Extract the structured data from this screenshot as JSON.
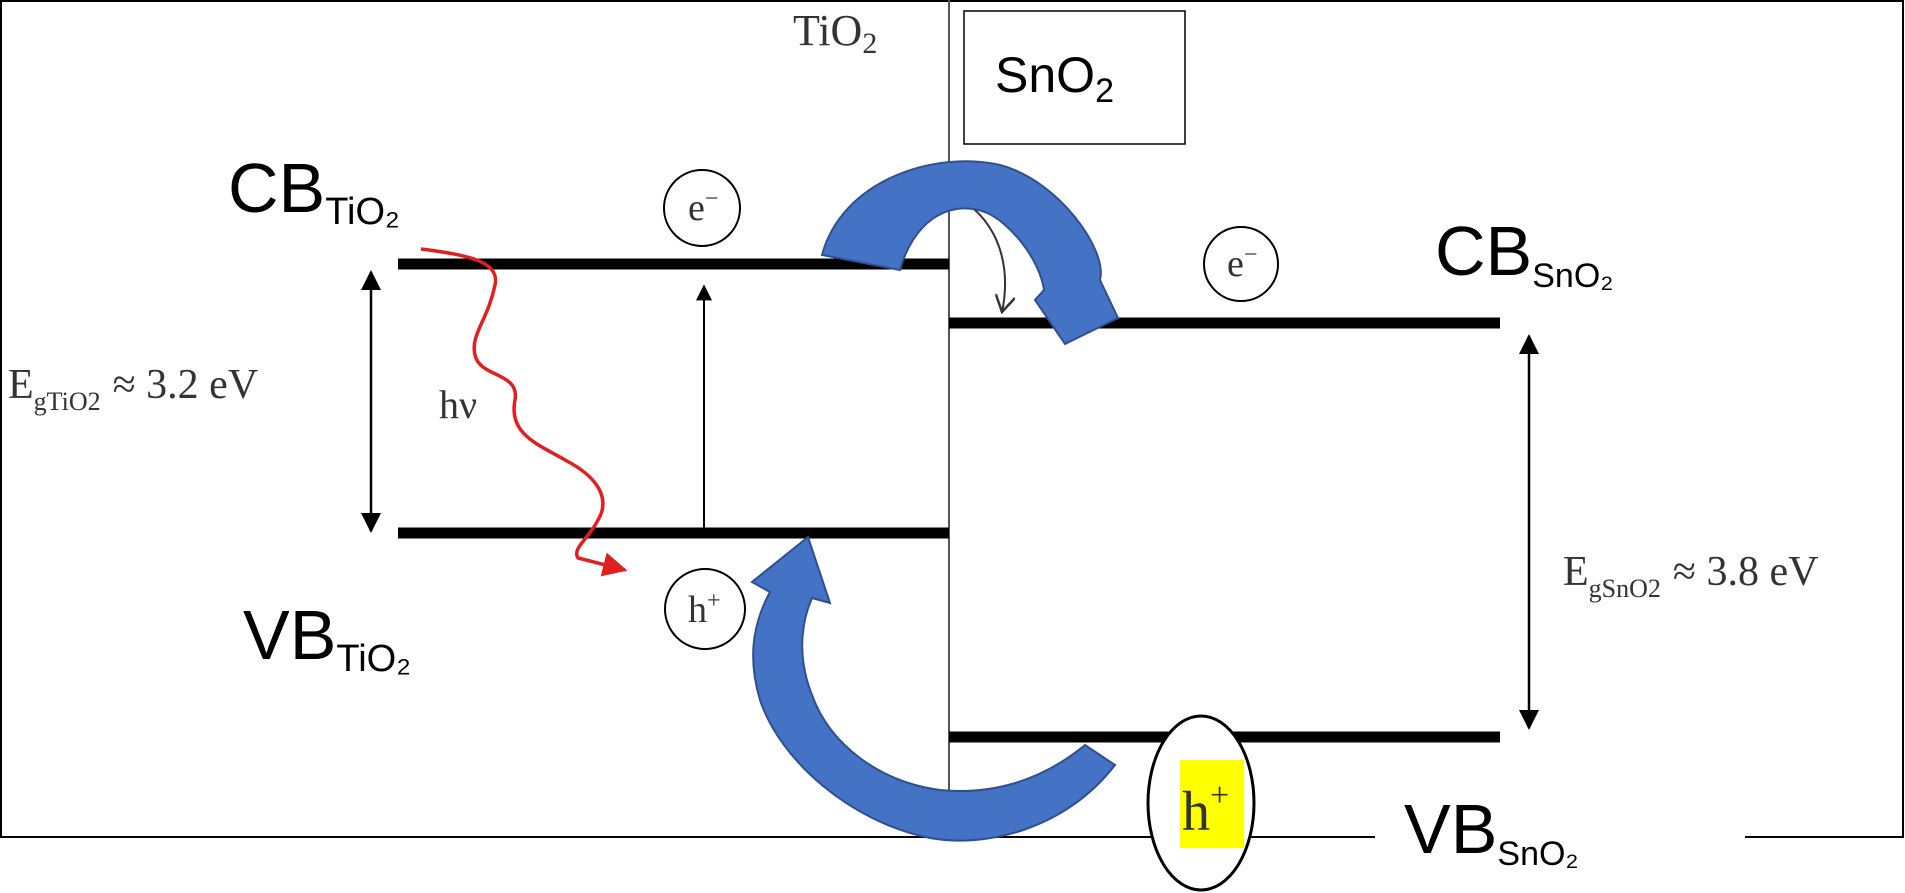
{
  "regions": {
    "left_material": "TiO",
    "left_material_sub": "2",
    "right_material": "SnO",
    "right_material_sub": "2"
  },
  "bands": {
    "cb_tio2": {
      "main": "CB",
      "sub": "TiO₂"
    },
    "vb_tio2": {
      "main": "VB",
      "sub": "TiO₂"
    },
    "cb_sno2": {
      "main": "CB",
      "sub": "SnO₂"
    },
    "vb_sno2": {
      "main": "VB",
      "sub": "SnO₂"
    }
  },
  "gaps": {
    "tio2": {
      "symbol": "E",
      "sub": "gTiO2",
      "value": "≈ 3.2 eV"
    },
    "sno2": {
      "symbol": "E",
      "sub": "gSnO2",
      "value": "≈ 3.8 eV"
    }
  },
  "carriers": {
    "electron": "e",
    "electron_sign": "−",
    "hole": "h",
    "hole_sign": "+"
  },
  "photon": "hν",
  "colors": {
    "transfer_arrow": "#4472C4",
    "photon_wave": "#E02020",
    "highlight": "#FFFF00",
    "band_line": "#000000"
  }
}
